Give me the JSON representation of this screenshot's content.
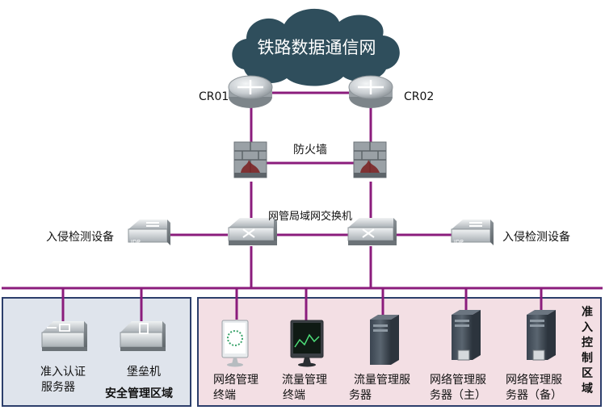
{
  "cloud": {
    "label": "铁路数据通信网"
  },
  "routers": [
    {
      "id": "cr01",
      "label": "CR01"
    },
    {
      "id": "cr02",
      "label": "CR02"
    }
  ],
  "firewall": {
    "label": "防火墙"
  },
  "switch": {
    "label": "网管局域网交换机"
  },
  "ids_devices": [
    {
      "label": "入侵检测设备",
      "badge": "IDP"
    },
    {
      "label": "入侵检测设备",
      "badge": "IDP"
    }
  ],
  "security_zone": {
    "title": "安全管理区域",
    "devices": [
      {
        "line1": "准入认证",
        "line2": "服务器"
      },
      {
        "line1": "堡垒机",
        "line2": ""
      }
    ]
  },
  "access_zone": {
    "title": [
      "准",
      "入",
      "控",
      "制",
      "区",
      "域"
    ],
    "devices": [
      {
        "line1": "网络管理",
        "line2": "终端"
      },
      {
        "line1": "流量管理",
        "line2": "终端"
      },
      {
        "line1": "流量管理服",
        "line2": "务器"
      },
      {
        "line1": "网络管理服",
        "line2": "务器（主）"
      },
      {
        "line1": "网络管理服",
        "line2": "务器（备）"
      }
    ]
  },
  "colors": {
    "link": "#8b1c7c",
    "cloud": "#2f4e5c",
    "security_zone_fill": "#dfe4ec",
    "access_zone_fill": "#f3dfe4",
    "zone_border": "#2c3e6b"
  }
}
